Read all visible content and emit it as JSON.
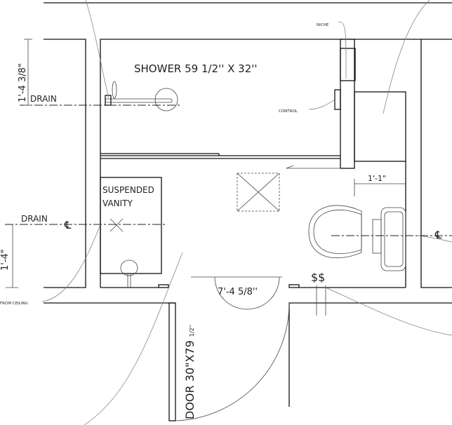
{
  "labels": {
    "shower": "SHOWER 59 1/2'' X 32''",
    "niche": "NICHE",
    "control": "CONTROL",
    "drain_shower": "DRAIN",
    "drain_vanity": "DRAIN",
    "vanity_line1": "SUSPENDED",
    "vanity_line2": "VANITY",
    "from_ceiling": "FROM CEILING",
    "door": "DOOR 30\"X79 ",
    "door_fraction": "1/2\"",
    "switches": "$$",
    "centerline_vanity": "℄",
    "centerline_toilet": "℄"
  },
  "dimensions": {
    "shower_drain_offset": "1'-4 3/8\"",
    "vanity_drain_offset": "1'-4\"",
    "toilet_clearance": "1'-1\"",
    "room_width": "7'-4 5/8''"
  },
  "colors": {
    "line": "#111111",
    "leader": "#777777",
    "background": "#ffffff"
  }
}
